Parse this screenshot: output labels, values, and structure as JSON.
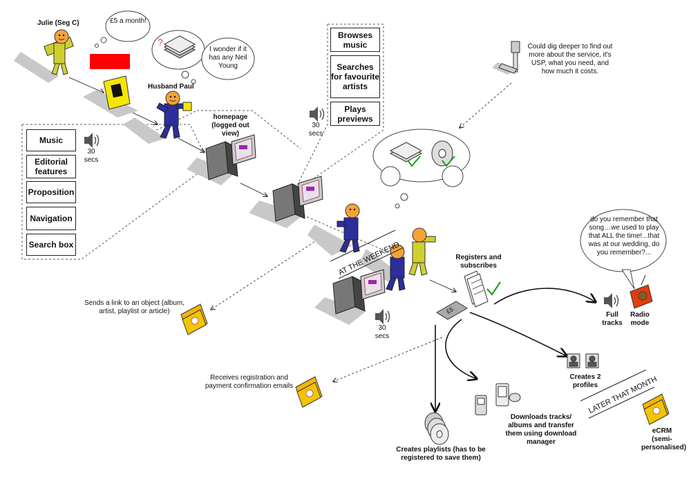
{
  "julie": "Julie (Seg C)",
  "julie_bubble": "£5 a month!",
  "paul_label": "Husband Paul",
  "paul_bubble": "I wonder if it has any Neil Young",
  "homepage": "homepage (logged out view)",
  "left_menu": [
    "Music",
    "Editorial features",
    "Proposition",
    "Navigation",
    "Search box"
  ],
  "secs": "30 secs",
  "top_menu": [
    "Browses music",
    "Searches for favourite artists",
    "Plays previews"
  ],
  "dig_deeper": "Could dig deeper to find out more about the service, it's USP, what you need, and how much it costs.",
  "weekend": "AT THE WEEKEND",
  "registers": "Registers and subscribes",
  "radio_bubble": "do you remember that song…we used to play that ALL the time!...that was at our wedding, do you remember?...",
  "full_tracks": "Full tracks",
  "radio_mode": "Radio mode",
  "sends_link": "Sends a link to an object (album, artist, playlist or article)",
  "receives": "Receives registration and payment confirmation emails",
  "profiles": "Creates 2 profiles",
  "later": "LATER THAT MONTH",
  "ecrm": "eCRM (semi-personalised)",
  "downloads": "Downloads tracks/ albums and transfer them using download manager",
  "playlists": "Creates  playlists (has to be registered to save them)",
  "pound": "£5",
  "question": "?"
}
